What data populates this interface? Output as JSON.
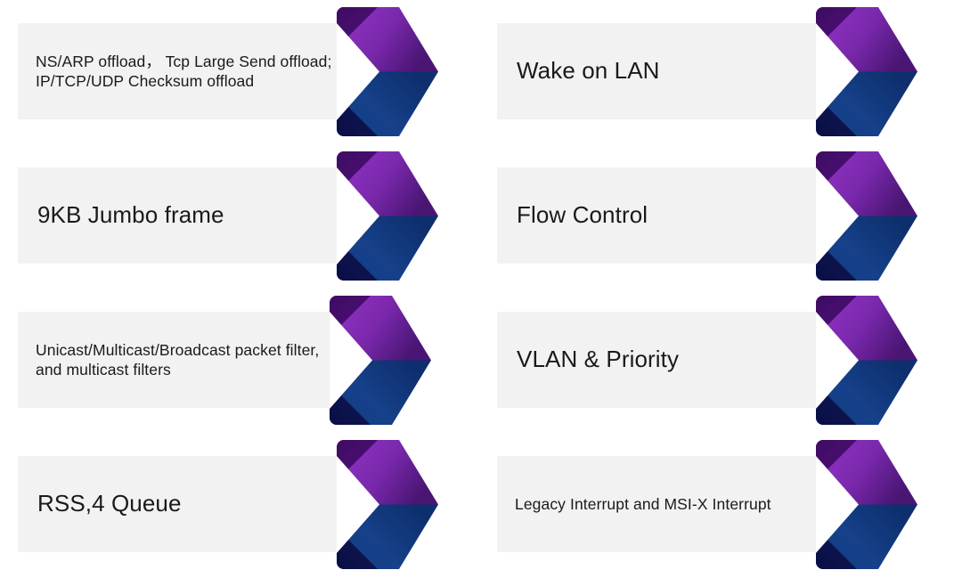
{
  "diagram": {
    "title": "Network Controller Feature Chevron Diagram",
    "type": "chevron-process-list",
    "columns": 2,
    "rows": 4,
    "background_color": "#ffffff",
    "plate_color": "#f2f2f2",
    "text_color": "#1a1a1a",
    "chevron_colors": {
      "purple_light": "#8e30c0",
      "purple_mid": "#7226a6",
      "purple_dark": "#4b1275",
      "purple_bevel": "#3d0d60",
      "blue_light": "#1b4a94",
      "blue_mid": "#123a7e",
      "blue_dark": "#0c2b62",
      "blue_bevel": "#0b1048"
    }
  },
  "items": [
    {
      "id": "offload",
      "name": "offload-features",
      "label": "NS/ARP offload， Tcp Large Send offload; IP/TCP/UDP Checksum offload",
      "lines": 3,
      "column": "left",
      "row": 1
    },
    {
      "id": "wake-on-lan",
      "name": "wake-on-lan",
      "label": "Wake on LAN",
      "lines": 1,
      "column": "right",
      "row": 1
    },
    {
      "id": "jumbo-frame",
      "name": "jumbo-frame",
      "label": "9KB Jumbo frame",
      "lines": 1,
      "column": "left",
      "row": 2
    },
    {
      "id": "flow-control",
      "name": "flow-control",
      "label": "Flow Control",
      "lines": 1,
      "column": "right",
      "row": 2
    },
    {
      "id": "packet-filter",
      "name": "packet-filter",
      "label": "Unicast/Multicast/Broadcast packet filter, and multicast filters",
      "lines": 3,
      "column": "left",
      "row": 3
    },
    {
      "id": "vlan-priority",
      "name": "vlan-priority",
      "label": "VLAN & Priority",
      "lines": 1,
      "column": "right",
      "row": 3
    },
    {
      "id": "rss-queue",
      "name": "rss-queue",
      "label": "RSS,4 Queue",
      "lines": 1,
      "column": "left",
      "row": 4
    },
    {
      "id": "interrupts",
      "name": "interrupt-modes",
      "label": "Legacy Interrupt and MSI-X Interrupt",
      "lines": 2,
      "column": "right",
      "row": 4
    }
  ]
}
